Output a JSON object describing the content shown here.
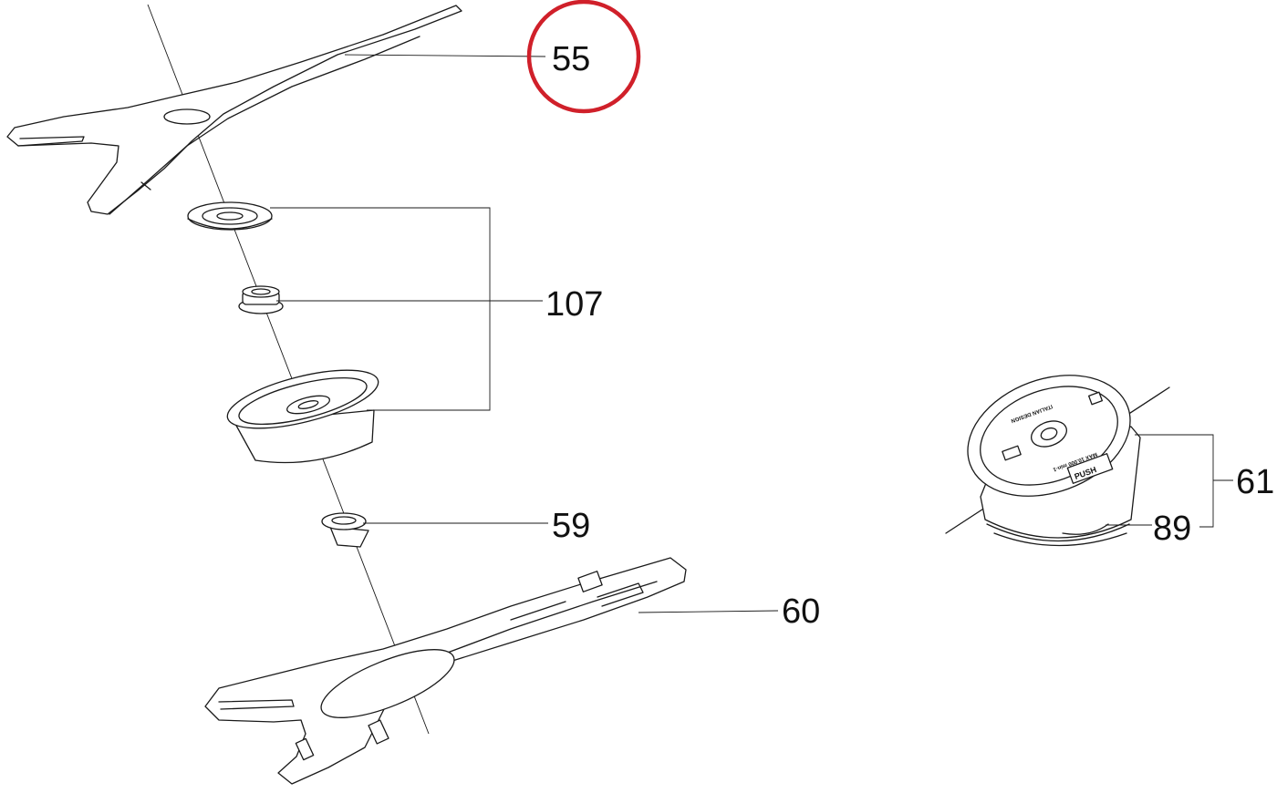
{
  "callouts": {
    "c55": "55",
    "c107": "107",
    "c59": "59",
    "c60": "60",
    "c61": "61",
    "c89": "89"
  },
  "spool_markings": {
    "push": "PUSH",
    "design": "ITALIAN DESIGN",
    "rpm": "MAX 10.000 min-1"
  },
  "colors": {
    "highlight_circle": "#d0202a",
    "linework": "#1a1a1a",
    "background": "#ffffff"
  }
}
